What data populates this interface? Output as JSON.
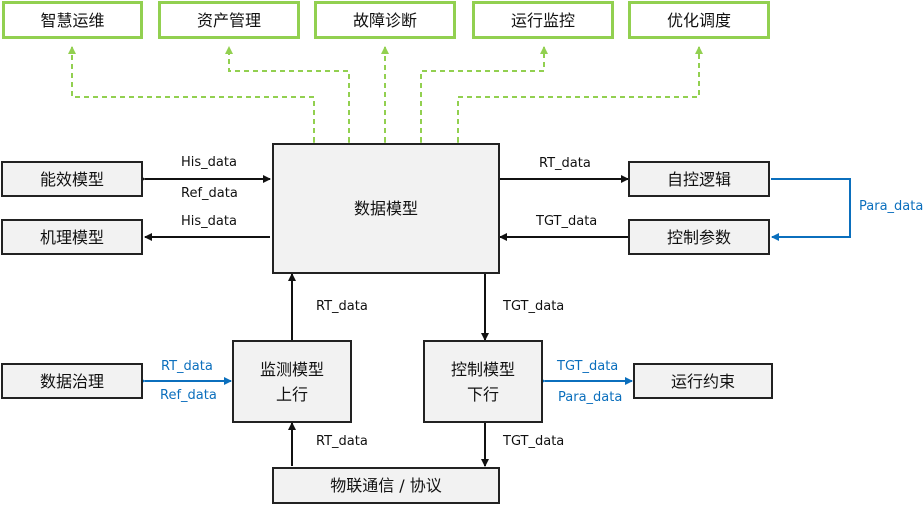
{
  "colors": {
    "accent_green": "#92d050",
    "link_blue": "#0b6fbd",
    "line_black": "#111111",
    "box_fill": "#f2f2f2"
  },
  "top_modules": [
    "智慧运维",
    "资产管理",
    "故障诊断",
    "运行监控",
    "优化调度"
  ],
  "left_modules": {
    "energy_model": "能效模型",
    "mechanism_model": "机理模型",
    "data_governance": "数据治理"
  },
  "center": {
    "data_model": "数据模型"
  },
  "right_modules": {
    "auto_logic": "自控逻辑",
    "control_params": "控制参数",
    "run_constraint": "运行约束"
  },
  "monitor_model": {
    "line1": "监测模型",
    "line2": "上行"
  },
  "control_model": {
    "line1": "控制模型",
    "line2": "下行"
  },
  "bottom": {
    "iot_comm": "物联通信 / 协议"
  },
  "labels": {
    "his_data_1": "His_data",
    "ref_data_1": "Ref_data",
    "his_data_2": "His_data",
    "rt_data_right": "RT_data",
    "tgt_data_right": "TGT_data",
    "para_data_right": "Para_data",
    "rt_data_up": "RT_data",
    "tgt_data_down": "TGT_data",
    "rt_data_gov": "RT_data",
    "ref_data_gov": "Ref_data",
    "tgt_data_cons": "TGT_data",
    "para_data_cons": "Para_data",
    "rt_data_bottom": "RT_data",
    "tgt_data_bottom": "TGT_data"
  }
}
